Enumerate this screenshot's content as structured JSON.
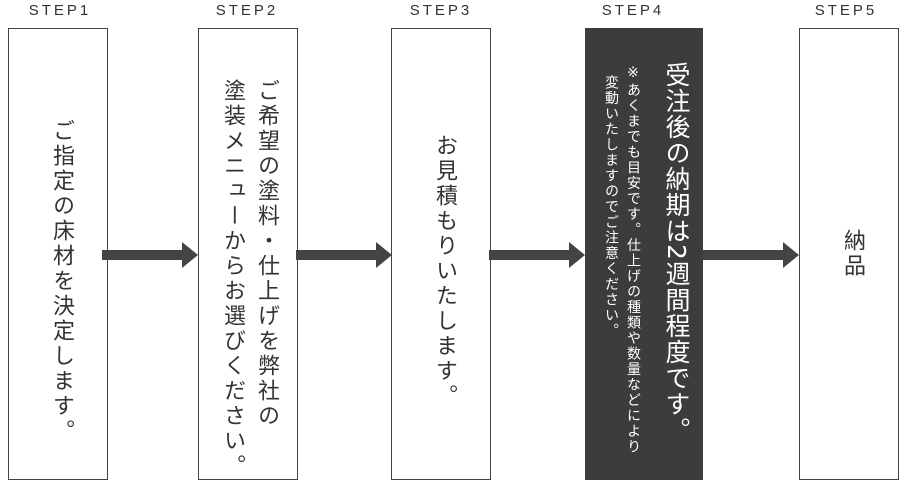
{
  "steps": [
    {
      "label": "STEP1",
      "lines": [
        "ご指定の床材を決定します。"
      ]
    },
    {
      "label": "STEP2",
      "lines": [
        "ご希望の塗料・仕上げを弊社の",
        "塗装メニューからお選びください。"
      ]
    },
    {
      "label": "STEP3",
      "lines": [
        "お見積もりいたします。"
      ]
    },
    {
      "label": "STEP4",
      "lines": [
        "受注後の納期は2週間程度です。"
      ],
      "note_lines": [
        "※あくまでも目安です。仕上げの種類や数量などにより",
        "変動いたしますのでご注意ください。"
      ]
    },
    {
      "label": "STEP5",
      "lines": [
        "納品"
      ]
    }
  ],
  "colors": {
    "dark_box": "#3c3c3c",
    "arrow": "#444444",
    "border": "#444444",
    "text": "#333333"
  }
}
